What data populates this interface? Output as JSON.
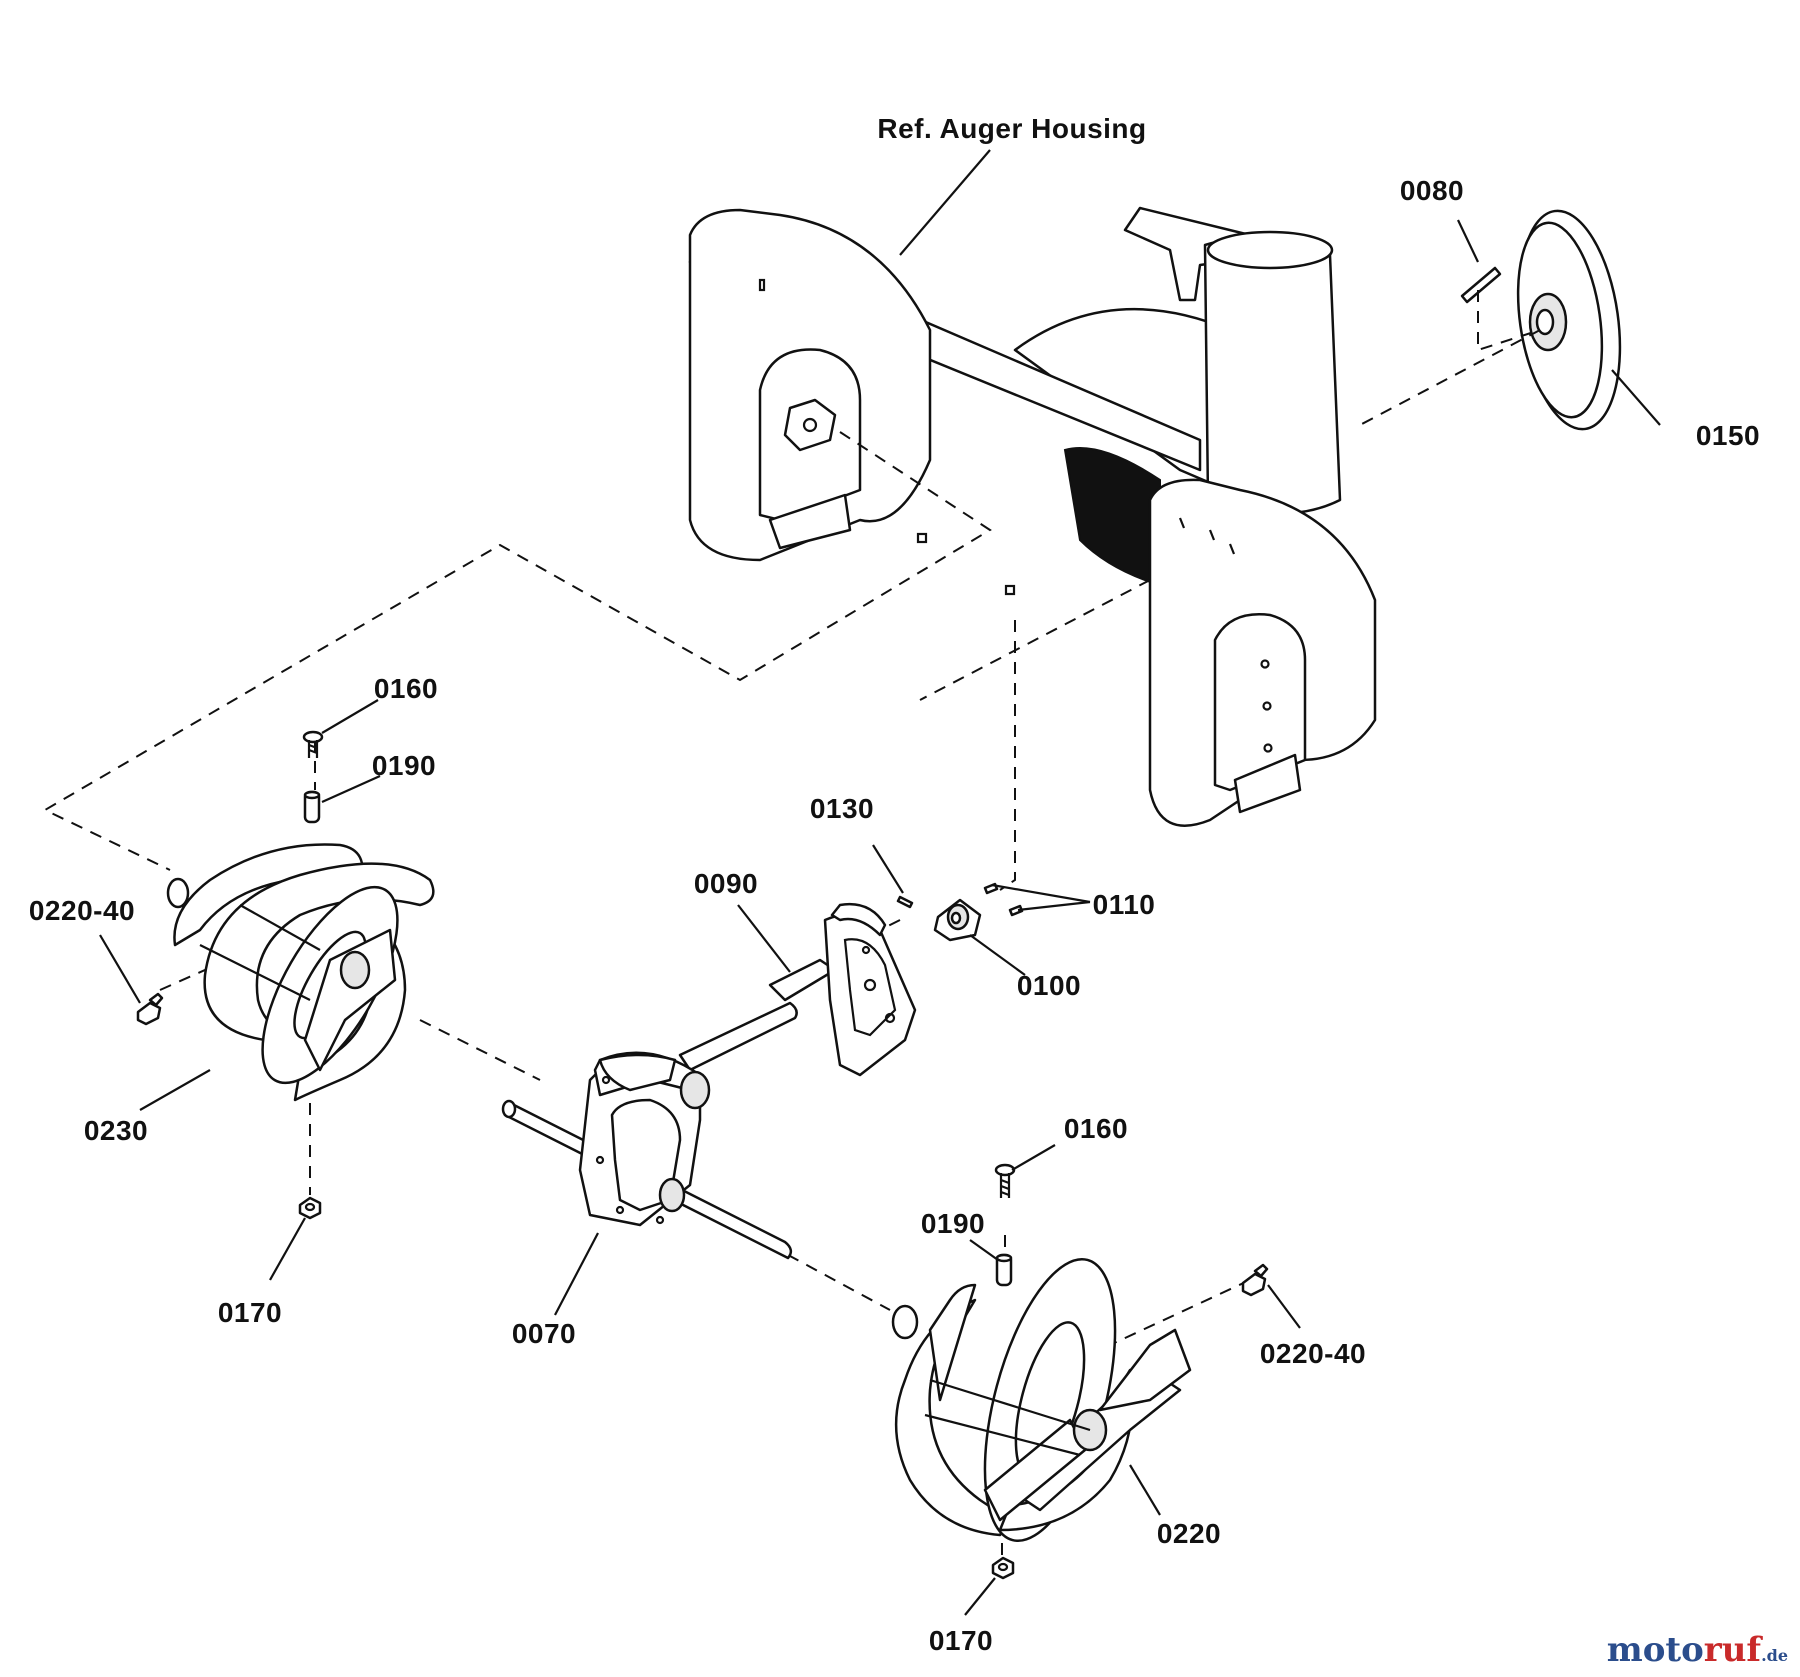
{
  "diagram": {
    "housing_label": "Ref. Auger Housing",
    "labels": {
      "p0080": "0080",
      "p0150": "0150",
      "p0160_top": "0160",
      "p0190_top": "0190",
      "p0220_40_left": "0220-40",
      "p0230": "0230",
      "p0170_left": "0170",
      "p0130": "0130",
      "p0090": "0090",
      "p0110": "0110",
      "p0100": "0100",
      "p0070": "0070",
      "p0160_bottom": "0160",
      "p0190_bottom": "0190",
      "p0220_40_right": "0220-40",
      "p0220": "0220",
      "p0170_bottom": "0170"
    }
  },
  "watermark": {
    "part_a": "moto",
    "part_b": "ruf",
    "part_c": ".de"
  }
}
